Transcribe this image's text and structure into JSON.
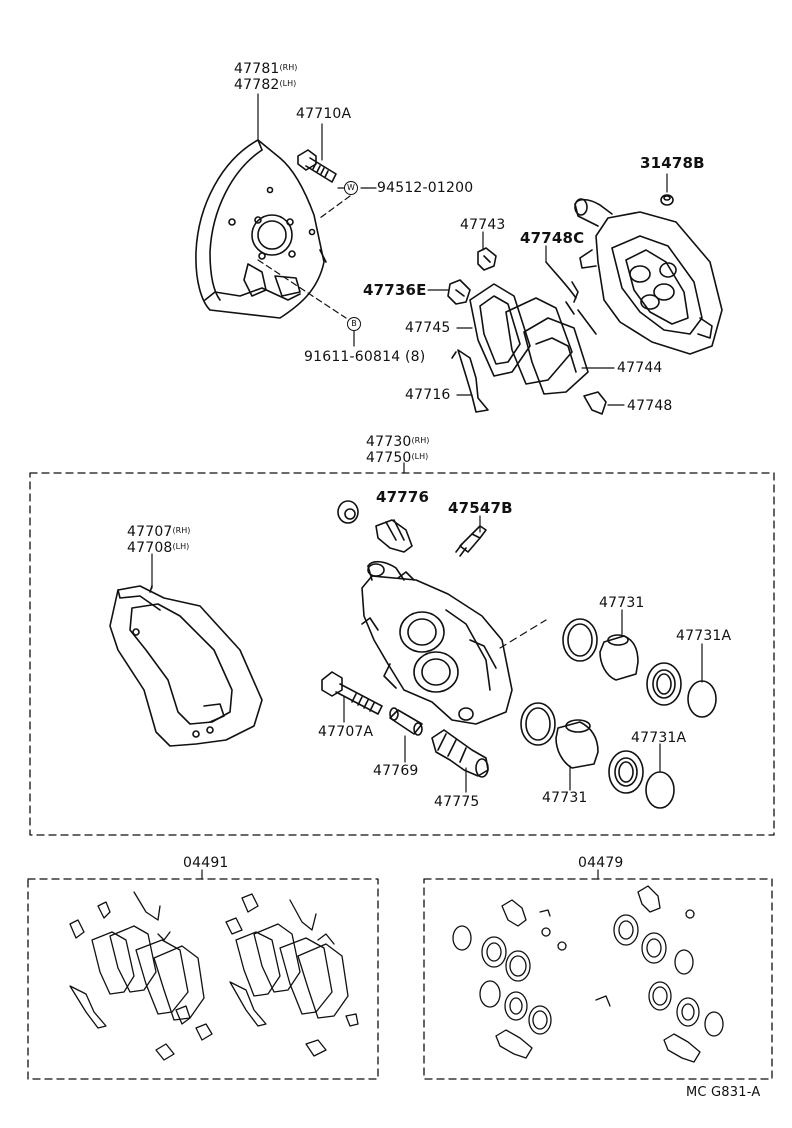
{
  "diagram": {
    "parts": {
      "p47781": {
        "num": "47781",
        "side": "(RH)"
      },
      "p47782": {
        "num": "47782",
        "side": "(LH)"
      },
      "p47710A": "47710A",
      "w_mark": "W",
      "p94512": "94512-01200",
      "b_mark": "B",
      "p91611": "91611-60814 (8)",
      "p31478B": "31478B",
      "p47743": "47743",
      "p47748C": "47748C",
      "p47736E": "47736E",
      "p47745": "47745",
      "p47744": "47744",
      "p47716": "47716",
      "p47748": "47748",
      "p47730": {
        "num": "47730",
        "side": "(RH)"
      },
      "p47750": {
        "num": "47750",
        "side": "(LH)"
      },
      "p47776": "47776",
      "p47547B": "47547B",
      "p47707": {
        "num": "47707",
        "side": "(RH)"
      },
      "p47708": {
        "num": "47708",
        "side": "(LH)"
      },
      "p47731_top": "47731",
      "p47731A_top": "47731A",
      "p47707A": "47707A",
      "p47769": "47769",
      "p47775": "47775",
      "p47731_bot": "47731",
      "p47731A_bot": "47731A",
      "p04491": "04491",
      "p04479": "04479"
    },
    "figure_code": "MC G831-A"
  }
}
